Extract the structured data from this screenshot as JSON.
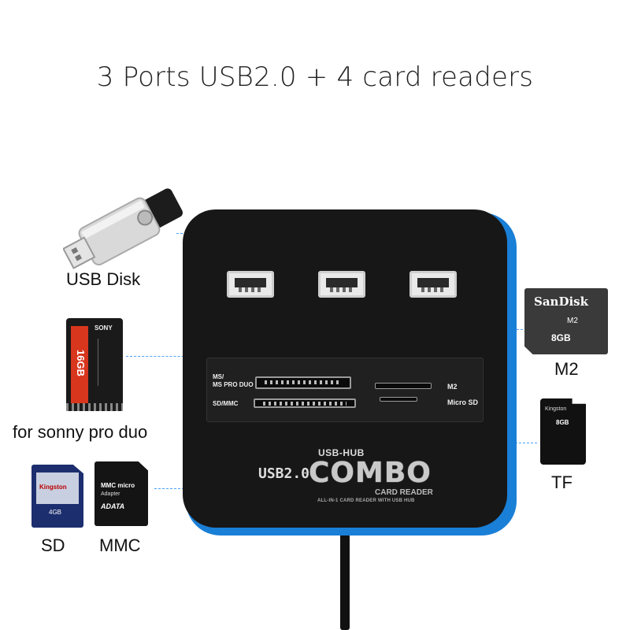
{
  "title": "3 Ports USB2.0 + 4 card readers",
  "labels": {
    "usb_disk": "USB Disk",
    "pro_duo": "for sonny pro duo",
    "sd": "SD",
    "mmc": "MMC",
    "m2": "M2",
    "tf": "TF"
  },
  "hub": {
    "slot_ms": "MS/\nMS PRO DUO",
    "slot_sd": "SD/MMC",
    "slot_m2": "M2",
    "slot_microsd": "Micro SD",
    "usb_hub": "USB-HUB",
    "usb20": "USB2.0",
    "combo": "COMBO",
    "card_reader": "CARD READER",
    "all_in_one": "ALL-IN-1 CARD READER WITH USB HUB"
  },
  "cards": {
    "sandisk_brand": "SanDisk",
    "sandisk_type": "M2",
    "sandisk_size": "8GB",
    "kingston_tf_brand": "Kingston",
    "kingston_tf_size": "8GB",
    "ms_capacity": "16GB",
    "ms_brand": "SONY",
    "sd_brand": "Kingston",
    "sd_size": "4GB",
    "mmc_brand": "MMC micro",
    "mmc_sub": "Adapter",
    "mmc_maker": "ADATA"
  },
  "colors": {
    "hub_body": "#171717",
    "hub_rim": "#1a7fd6",
    "guide_line": "#4aa3ff"
  }
}
